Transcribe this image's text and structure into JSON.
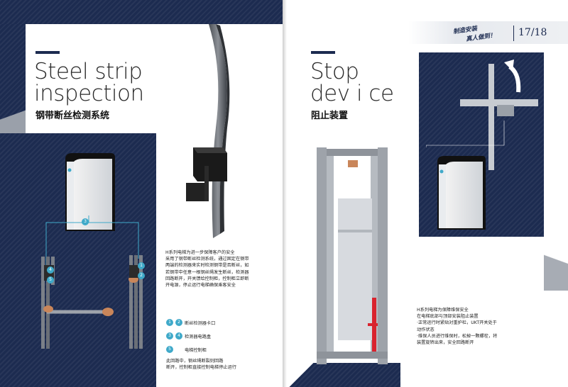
{
  "header": {
    "slogan_line1": "制造安装",
    "slogan_line2": "真人做到！",
    "page": "17/18"
  },
  "left": {
    "title_line1": "Steel strip",
    "title_line2": "inspection",
    "title_cn": "钢带断丝检测系统",
    "description": [
      "H系列电梯为进一步保障客户的安全",
      "采用了钢带断丝检测系统，通过固定在钢带",
      "两端的检测器来实时检测钢带是否断丝，如",
      "若钢带中任意一根钢丝绳发生断丝，检测器",
      "回路断开，开关馈给控制柜，控制柜立即断",
      "开电源，停止运行电梯确保乘客安全"
    ],
    "legend": [
      {
        "num": "1",
        "num2": "2",
        "label": "断丝检测器卡口"
      },
      {
        "num": "3",
        "num2": "4",
        "label": "检测器电路盒"
      },
      {
        "num": "5",
        "label": "电梯控制柜"
      }
    ],
    "note": [
      "此回路中，钢丝绳断裂则回路",
      "断开，控制柜直接控制电梯停止运行"
    ],
    "callouts": [
      "1",
      "2",
      "3",
      "4",
      "5"
    ]
  },
  "right": {
    "title_line1": "Stop",
    "title_line2": "dev i ce",
    "title_cn": "阻止装置",
    "description": [
      "H系列电梯为保障维保安全",
      "在电梯底部与顶部安装阻止装置",
      "·正常运行时紧贴对重护栏，UKT开关处于",
      "  动作状态",
      "·维保人员进行维保时，松掉一颗螺栓，将",
      "  装置旋转出来，安全回路断开"
    ]
  },
  "colors": {
    "navy": "#1c2b50",
    "accent": "#3fa9c9",
    "red": "#d9232e"
  }
}
